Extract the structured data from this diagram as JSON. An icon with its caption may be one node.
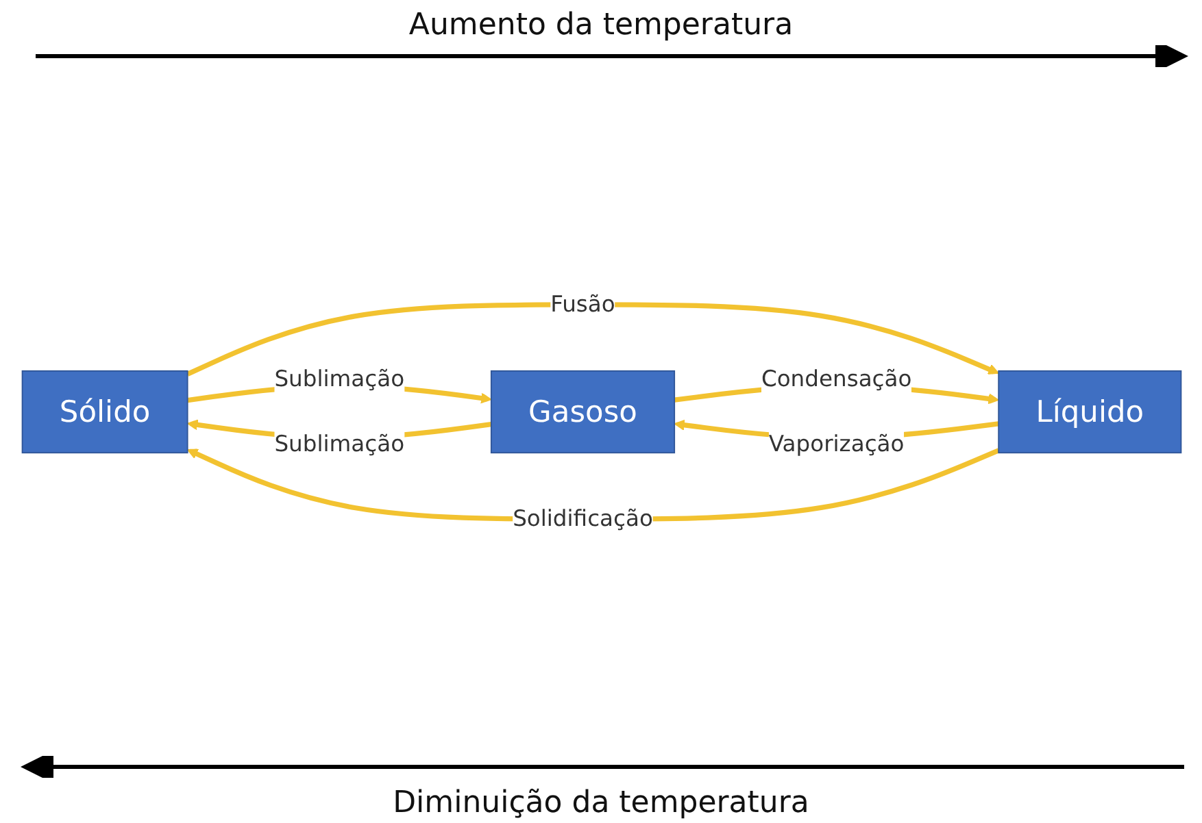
{
  "diagram": {
    "nodes": [
      {
        "text": [
          "Sólido"
        ]
      },
      {
        "text": [
          "Líquido"
        ]
      },
      {
        "text": [
          "Gasoso"
        ]
      }
    ],
    "edges": [
      {
        "from": 0,
        "to": 2,
        "arrow": "to",
        "label": "Sublimação"
      },
      {
        "from": 0,
        "to": 1,
        "arrow": "to",
        "label": "Fusão"
      },
      {
        "from": 1,
        "to": 2,
        "arrow": "to",
        "label": "Vaporização"
      },
      {
        "from": 1,
        "to": 0,
        "arrow": "to",
        "label": "Solidificação"
      },
      {
        "from": 2,
        "to": 1,
        "arrow": "to",
        "label": "Condensação"
      },
      {
        "from": 2,
        "to": 0,
        "arrow": "to",
        "label": "Sublimação"
      }
    ],
    "labels": [
      "Aumento da temperatura",
      "Diminuição da temperatura"
    ]
  }
}
